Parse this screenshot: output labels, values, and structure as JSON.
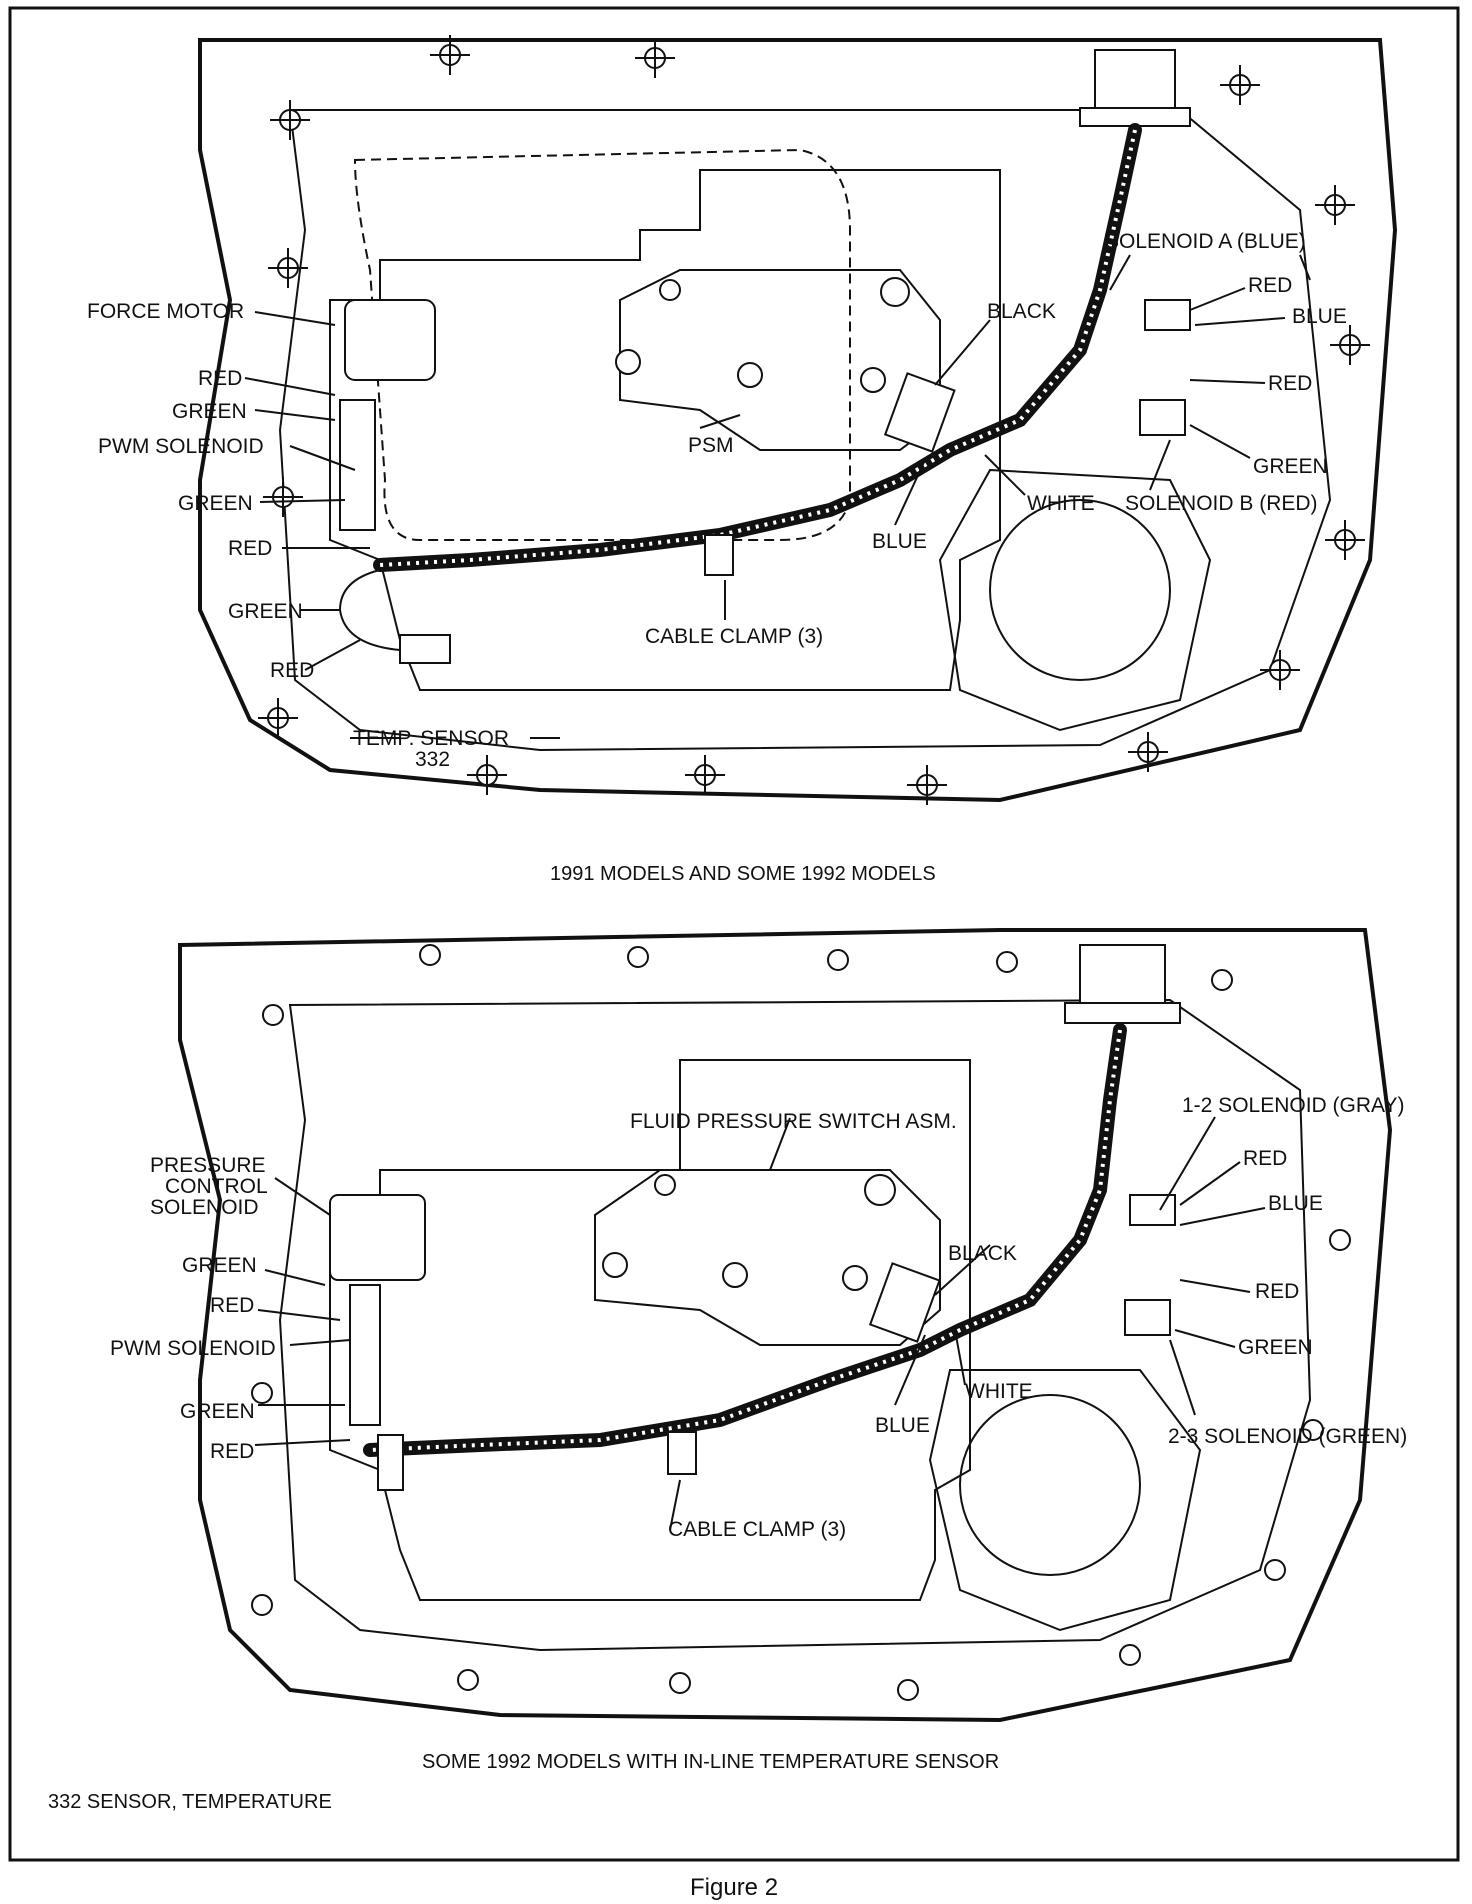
{
  "figure_caption": "Figure 2",
  "legend_note": "332 SENSOR, TEMPERATURE",
  "top_diagram": {
    "caption": "1991 MODELS AND SOME 1992 MODELS",
    "labels": {
      "force_motor": "FORCE MOTOR",
      "red_1": "RED",
      "green_1": "GREEN",
      "pwm_solenoid": "PWM SOLENOID",
      "green_2": "GREEN",
      "red_2": "RED",
      "green_3": "GREEN",
      "red_3": "RED",
      "temp_sensor": "TEMP. SENSOR",
      "temp_sensor_ref": "332",
      "psm": "PSM",
      "cable_clamp": "CABLE CLAMP (3)",
      "blue_bottom": "BLUE",
      "white": "WHITE",
      "black": "BLACK",
      "solenoid_a": "SOLENOID A (BLUE)",
      "red_r1": "RED",
      "blue_r": "BLUE",
      "red_r2": "RED",
      "green_r": "GREEN",
      "solenoid_b": "SOLENOID B (RED)"
    }
  },
  "bottom_diagram": {
    "caption": "SOME 1992 MODELS WITH IN-LINE TEMPERATURE SENSOR",
    "labels": {
      "pressure": "PRESSURE",
      "control": "CONTROL",
      "solenoid": "SOLENOID",
      "green_1": "GREEN",
      "red_1": "RED",
      "pwm_solenoid": "PWM SOLENOID",
      "green_2": "GREEN",
      "red_2": "RED",
      "fluid_pressure_switch": "FLUID PRESSURE SWITCH ASM.",
      "black": "BLACK",
      "white": "WHITE",
      "blue_bottom": "BLUE",
      "cable_clamp": "CABLE CLAMP (3)",
      "solenoid_12": "1-2 SOLENOID (GRAY)",
      "red_r1": "RED",
      "blue_r": "BLUE",
      "red_r2": "RED",
      "green_r": "GREEN",
      "solenoid_23": "2-3 SOLENOID (GREEN)"
    }
  }
}
